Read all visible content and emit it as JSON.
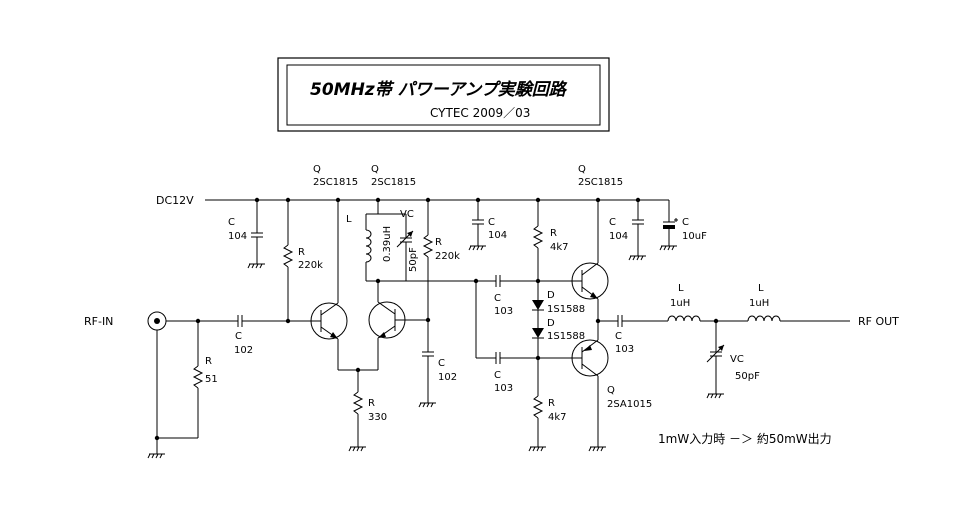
{
  "title": {
    "main": "50MHz帯 パワーアンプ実験回路",
    "sub": "CYTEC 2009／03"
  },
  "labels": {
    "dc_supply": "DC12V",
    "rf_in": "RF-IN",
    "rf_out": "RF OUT",
    "note": "1mW入力時 －＞ 約50mW出力"
  },
  "components": {
    "c1": {
      "ref": "C",
      "value": "104"
    },
    "r1": {
      "ref": "R",
      "value": "220k"
    },
    "q1": {
      "ref": "Q",
      "value": "2SC1815"
    },
    "q2": {
      "ref": "Q",
      "value": "2SC1815"
    },
    "l1": {
      "ref": "L",
      "value": "0.39uH"
    },
    "vc1": {
      "ref": "VC",
      "value": "50pF"
    },
    "r2": {
      "ref": "R",
      "value": "220k"
    },
    "c2": {
      "ref": "C",
      "value": "104"
    },
    "r3": {
      "ref": "R",
      "value": "4k7"
    },
    "q3": {
      "ref": "Q",
      "value": "2SC1815"
    },
    "c3": {
      "ref": "C",
      "value": "104"
    },
    "c4": {
      "ref": "C",
      "value": "10uF"
    },
    "c_in": {
      "ref": "C",
      "value": "102"
    },
    "r_in": {
      "ref": "R",
      "value": "51"
    },
    "r_e": {
      "ref": "R",
      "value": "330"
    },
    "c5": {
      "ref": "C",
      "value": "102"
    },
    "c6": {
      "ref": "C",
      "value": "103"
    },
    "d1": {
      "ref": "D",
      "value": "1S1588"
    },
    "d2": {
      "ref": "D",
      "value": "1S1588"
    },
    "c7": {
      "ref": "C",
      "value": "103"
    },
    "r4": {
      "ref": "R",
      "value": "4k7"
    },
    "q4": {
      "ref": "Q",
      "value": "2SA1015"
    },
    "c_out": {
      "ref": "C",
      "value": "103"
    },
    "l2": {
      "ref": "L",
      "value": "1uH"
    },
    "l3": {
      "ref": "L",
      "value": "1uH"
    },
    "vc2": {
      "ref": "VC",
      "value": "50pF"
    }
  }
}
